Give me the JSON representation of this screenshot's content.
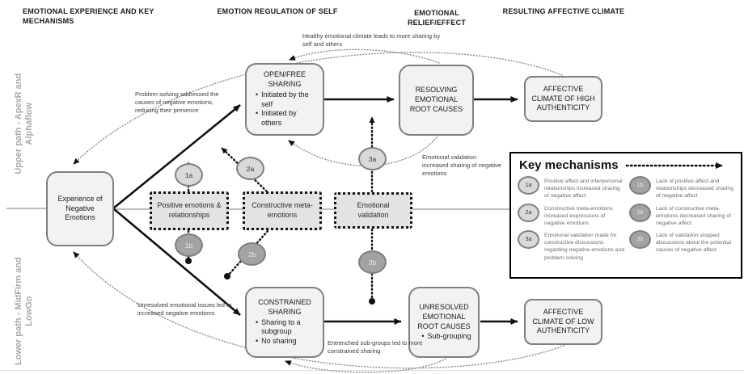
{
  "headers": [
    "EMOTIONAL EXPERIENCE AND KEY MECHANISMS",
    "EMOTION REGULATION OF SELF",
    "EMOTIONAL RELIEF/EFFECT",
    "RESULTING AFFECTIVE CLIMATE"
  ],
  "paths": {
    "upper": "Upper path - ApexR and Alphaflow",
    "lower": "Lower path - MidFirm and LowGo"
  },
  "boxes": {
    "experience": {
      "label": "Experience of Negative Emotions"
    },
    "open_free": {
      "title": "OPEN/FREE SHARING",
      "bullets": [
        "Initiated by the self",
        "Initiated by others"
      ]
    },
    "resolving": {
      "label": "RESOLVING EMOTIONAL ROOT CAUSES"
    },
    "high_climate": {
      "label": "AFFECTIVE CLIMATE OF HIGH AUTHENTICITY"
    },
    "constrained": {
      "title": "CONSTRAINED SHARING",
      "bullets": [
        "Sharing to a subgroup",
        "No sharing"
      ]
    },
    "unresolved": {
      "title": "UNRESOLVED EMOTIONAL ROOT CAUSES",
      "bullets": [
        "Sub-grouping"
      ]
    },
    "low_climate": {
      "label": "AFFECTIVE CLIMATE OF LOW AUTHENTICITY"
    }
  },
  "mechanisms": {
    "positive": "Positive emotions & relationships",
    "constructive": "Constructive meta-emotions",
    "validation": "Emotional validation",
    "badges": {
      "b1a": "1a",
      "b2a": "2a",
      "b3a": "3a",
      "b1b": "1b",
      "b2b": "2b",
      "b3b": "3b"
    }
  },
  "annotations": {
    "healthy": "Healthy emotional climate leads to more sharing by self and others",
    "problem_solving": "Problem-solving addressed the causes of negative emotions, reducing their presence",
    "validation_sharing": "Emotional validation increased sharing of negative emotions",
    "unresolved_issues": "Unresolved emotional issues led to increased negative emotions",
    "entrenched": "Entrenched sub-groups led to more constrained sharing"
  },
  "legend": {
    "title": "Key mechanisms",
    "items": [
      {
        "id": "1a",
        "tone": "light",
        "text": "Positive affect and interpersonal relationships increased sharing of negative affect"
      },
      {
        "id": "1b",
        "tone": "dark",
        "text": "Lack of positive affect and relationships decreased sharing of negative affect"
      },
      {
        "id": "2a",
        "tone": "light",
        "text": "Constructive meta-emotions increased expressions of negative emotions"
      },
      {
        "id": "2b",
        "tone": "dark",
        "text": "Lack of constructive meta-emotions decreased sharing of negative affect"
      },
      {
        "id": "3a",
        "tone": "light",
        "text": "Emotional validation made for constructive discussions regarding negative emotions and problem-solving"
      },
      {
        "id": "3b",
        "tone": "dark",
        "text": "Lack of validation stopped discussions about the potential causes of negative affect"
      }
    ]
  },
  "colors": {
    "box_fill": "#f2f2f2",
    "box_border": "#7f7f7f",
    "mechanism_fill": "#e3e3e3",
    "badge_light": "#d9d9d9",
    "badge_dark": "#a3a3a3",
    "wire_black": "#111111",
    "wire_gray": "#8c8c8c"
  }
}
